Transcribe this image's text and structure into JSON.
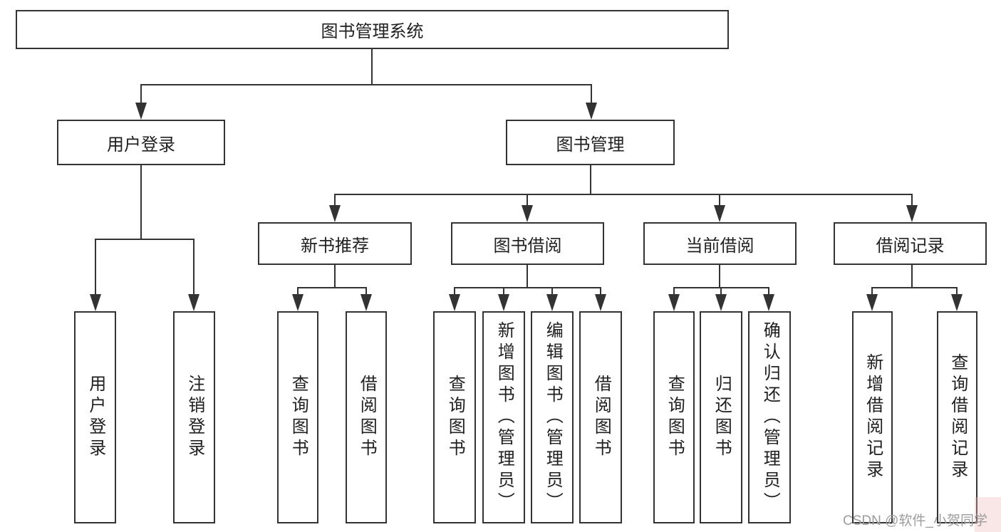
{
  "diagram": {
    "root": {
      "label": "图书管理系统"
    },
    "level2": [
      {
        "id": "user-login",
        "label": "用户登录"
      },
      {
        "id": "book-mgmt",
        "label": "图书管理"
      }
    ],
    "level3": [
      {
        "id": "new-book-rec",
        "parent": "图书管理",
        "label": "新书推荐"
      },
      {
        "id": "book-borrow",
        "parent": "图书管理",
        "label": "图书借阅"
      },
      {
        "id": "current-borrow",
        "parent": "图书管理",
        "label": "当前借阅"
      },
      {
        "id": "borrow-record",
        "parent": "图书管理",
        "label": "借阅记录"
      }
    ],
    "leaves": [
      {
        "parent": "用户登录",
        "label": "用户登录"
      },
      {
        "parent": "用户登录",
        "label": "注销登录"
      },
      {
        "parent": "新书推荐",
        "label": "查询图书"
      },
      {
        "parent": "新书推荐",
        "label": "借阅图书"
      },
      {
        "parent": "图书借阅",
        "label": "查询图书"
      },
      {
        "parent": "图书借阅",
        "label": "新增图书（管理员）"
      },
      {
        "parent": "图书借阅",
        "label": "编辑图书（管理员）"
      },
      {
        "parent": "图书借阅",
        "label": "借阅图书"
      },
      {
        "parent": "当前借阅",
        "label": "查询图书"
      },
      {
        "parent": "当前借阅",
        "label": "归还图书"
      },
      {
        "parent": "当前借阅",
        "label": "确认归还（管理员）"
      },
      {
        "parent": "借阅记录",
        "label": "新增借阅记录"
      },
      {
        "parent": "借阅记录",
        "label": "查询借阅记录"
      }
    ],
    "watermark": "CSDN @软件_小贺同学",
    "colors": {
      "line": "#333333",
      "text": "#202020",
      "watermark": "#9c9c9c",
      "background": "#ffffff",
      "corner_tint": "#edb8b8"
    }
  }
}
